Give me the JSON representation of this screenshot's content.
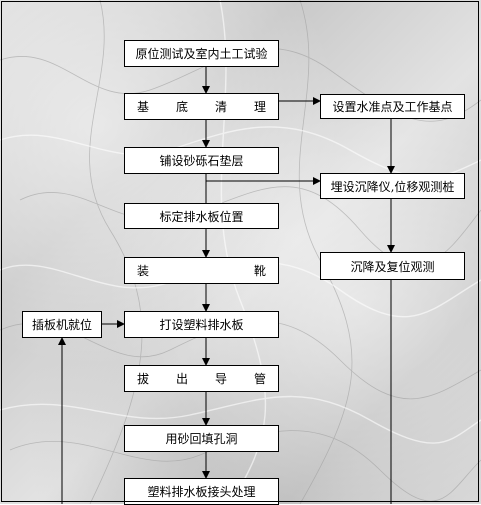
{
  "nodes": {
    "n1": "原位测试及室内土工试验",
    "n2": "基  底  清  理",
    "n3": "铺设砂砾石垫层",
    "n4": "标定排水板位置",
    "n5": "装          靴",
    "n6": "打设塑料排水板",
    "n7": "拔  出  导  管",
    "n8": "用砂回填孔洞",
    "n9": "塑料排水板接头处理",
    "r1": "设置水准点及工作基点",
    "r2": "埋设沉降仪,位移观测桩",
    "r3": "沉降及复位观测",
    "l1": "插板机就位"
  },
  "colors": {
    "line": "#000000",
    "box": "#ffffff"
  }
}
